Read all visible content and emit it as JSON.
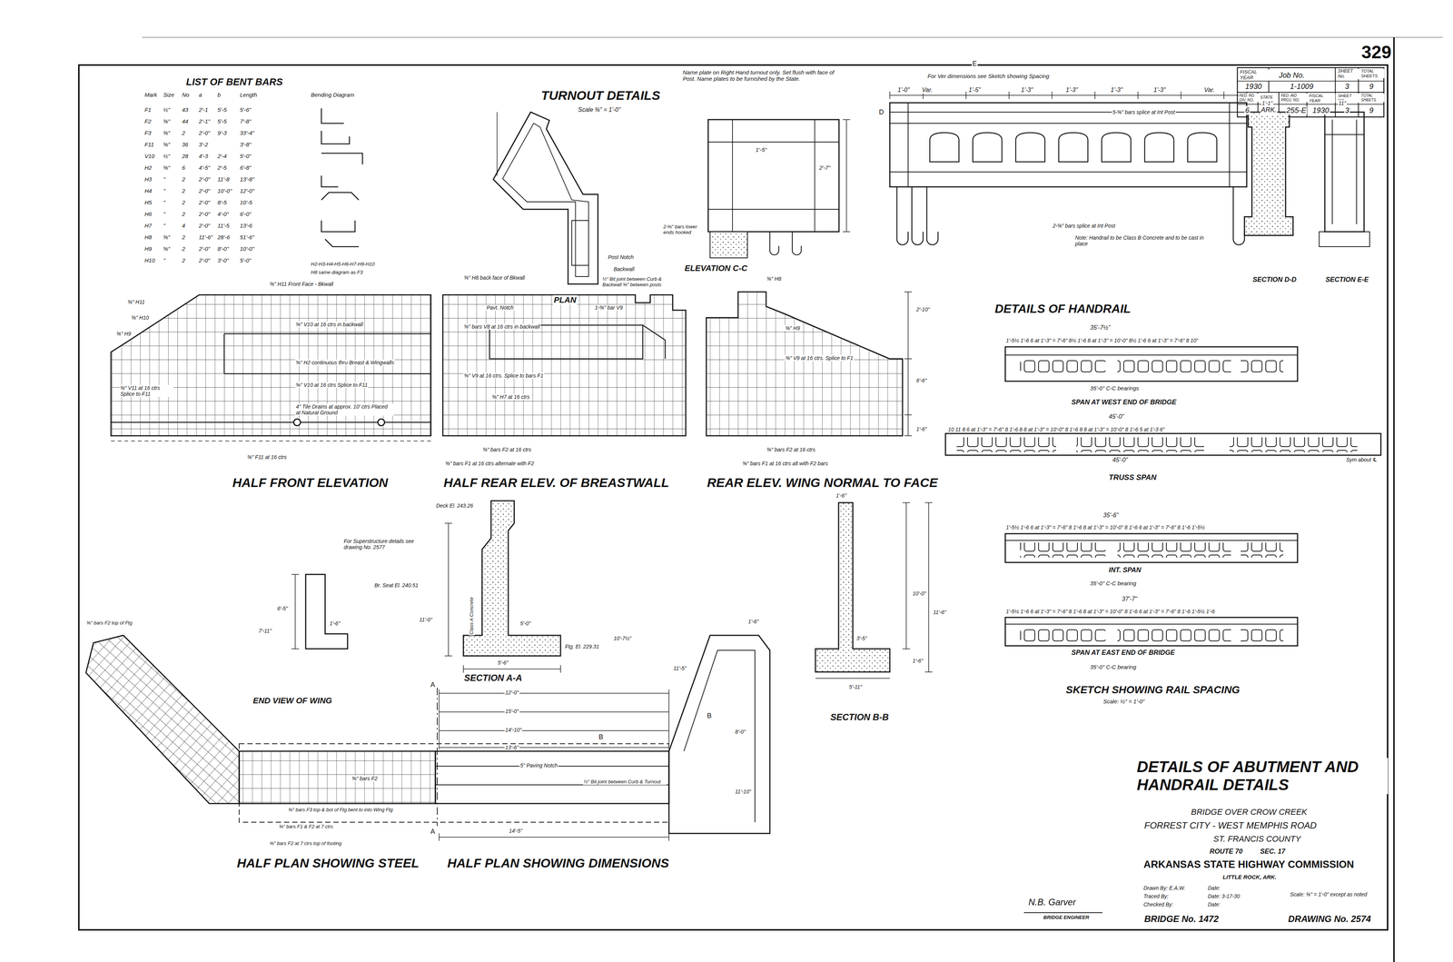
{
  "diagram": {
    "title": "DETAILS OF ABUTMENT AND HANDRAIL DETAILS",
    "labels": [
      "329",
      "FISCAL YEAR",
      "Job No.",
      "SHEET No.",
      "TOTAL SHEETS",
      "1930",
      "1-1009",
      "3",
      "9",
      "FED. RD. DIV. NO.",
      "STATE",
      "FED. AID PROJ. NO.",
      "FISCAL YEAR",
      "SHEET NO.",
      "TOTAL SHEETS",
      "6",
      "ARK.",
      "255-E",
      "1930",
      "3",
      "9",
      "LIST OF BENT BARS",
      "Mark",
      "Size",
      "No",
      "a",
      "b",
      "Length",
      "Bending Diagram",
      "F1",
      "½\"",
      "43",
      "2'-1",
      "5'-5",
      "5'-6\"",
      "F2",
      "⅝\"",
      "44",
      "2'-1\"",
      "5'-5",
      "7'-8\"",
      "F3",
      "⅝\"",
      "2",
      "2'-0\"",
      "9'-3",
      "33'-4\"",
      "F11",
      "⅝\"",
      "36",
      "3'-2",
      "3'-8\"",
      "V10",
      "½\"",
      "28",
      "4'-3",
      "2'-4",
      "5'-0\"",
      "H2",
      "⅝\"",
      "6",
      "4'-5\"",
      "2'-5",
      "6'-8\"",
      "H3",
      "\"",
      "2",
      "2'-0\"",
      "11'-8",
      "13'-8\"",
      "H4",
      "\"",
      "2",
      "2'-0\"",
      "10'-0\"",
      "12'-0\"",
      "H5",
      "\"",
      "2",
      "2'-0\"",
      "8'-5",
      "10'-5",
      "H6",
      "\"",
      "2",
      "2'-0\"",
      "4'-0\"",
      "6'-0\"",
      "H7",
      "\"",
      "4",
      "2'-0\"",
      "11'-5",
      "13'-6",
      "H8",
      "⅝\"",
      "2",
      "11'-6\"",
      "28'-6",
      "51'-6\"",
      "H9",
      "⅝\"",
      "2",
      "2'-0\"",
      "8'-0\"",
      "10'-0\"",
      "H10",
      "\"",
      "2",
      "2'-0\"",
      "3'-0\"",
      "5'-0\"",
      "H2-H3-H4-H5-H6-H7-H9-H10",
      "H8 same diagram as F3",
      "TURNOUT DETAILS",
      "Scale ⅜\" = 1'-0\"",
      "Post Notch",
      "Backwall",
      "½\" Bit joint between Curb & Backwall ⅝\" between posts",
      "PLAN",
      "Name plate on Right Hand turnout only. Set flush with face of Post. Name plates to be furnished by the State.",
      "1'-5\"",
      "2'-7\"",
      "2-⅝\" bars lower ends hooked",
      "ELEVATION C-C",
      "For Ver dimensions see Sketch showing Spacing",
      "1'-0\"",
      "Var.",
      "1'-5\"",
      "1'-3\"",
      "1'-3\"",
      "1'-3\"",
      "1'-3\"",
      "Var.",
      "5-⅝\" bars splice at Int Post",
      "2-⅝\" bars splice at Int Post",
      "Note: Handrail to be Class B Concrete and to be cast in place",
      "D",
      "E",
      "SECTION D-D",
      "SECTION E-E",
      "1'-1\"",
      "11\"",
      "⅝\" H11 Front Face - Bkwall",
      "⅝\" H11",
      "⅝\" H10",
      "⅝\" H9",
      "⅝\" V10 at 16 ctrs in backwall",
      "⅝\" H2 continuous thru Breast & Wingwalls",
      "⅝\" V10 at 16 ctrs Splice to F11",
      "4\" Tile Drains at approx. 10' ctrs Placed at Natural Ground",
      "⅝\" V11 at 16 ctrs Splice to F11",
      "⅝\" F11 at 16 ctrs",
      "HALF FRONT ELEVATION",
      "⅝\" H8 back face of Bkwall",
      "Pavt. Notch",
      "1-⅝\" bar V9",
      "⅝\" bars V8 at 16 ctrs in backwall",
      "⅝\" V9 at 16 ctrs. Splice to bars F1",
      "⅝\" H7 at 16 ctrs",
      "⅝\" bars F2 at 16 ctrs",
      "⅝\" bars F1 at 16 ctrs alternate with F2",
      "HALF REAR ELEV. OF BREASTWALL",
      "⅝\" H8",
      "⅝\" H9",
      "⅝\" V9 at 16 ctrs. Splice to F1",
      "⅝\" bars F2 at 16 ctrs",
      "⅝\" bars F1 at 16 ctrs alt with F2 bars",
      "2'-10\"",
      "6'-6\"",
      "1'-6\"",
      "REAR ELEV. WING NORMAL TO FACE",
      "Deck El. 243.26",
      "For Superstructure details see drawing No. 2577",
      "Br. Seat El. 240.51",
      "Class A Concrete",
      "11'-0\"",
      "5'-0\"",
      "Ftg. El. 229.31",
      "5'-6\"",
      "SECTION A-A",
      "6'-5\"",
      "7'-11\"",
      "1'-6\"",
      "END VIEW OF WING",
      "1'-6\"",
      "10'-0\"",
      "11'-6\"",
      "3'-5\"",
      "1'-6\"",
      "5'-11\"",
      "SECTION B-B",
      "⅝\" bars F2 top of Ftg",
      "⅝\" bars F2",
      "⅝\" bars F3 top & bot of Ftg bent to into Wing Ftg",
      "⅝\" bars F1 & F2 at 7 ctrs",
      "⅝\" bars F2 at 7 ctrs top of footing",
      "12'-0\"",
      "15'-0\"",
      "14'-10\"",
      "13'-6\"",
      "5\" Paving Notch",
      "½\" Bit joint between Curb & Turnout",
      "14'-5\"",
      "A",
      "A",
      "B",
      "B",
      "10'-7½\"",
      "11'-5\"",
      "8'-0\"",
      "11'-10\"",
      "1'-6\"",
      "HALF PLAN SHOWING STEEL",
      "HALF PLAN SHOWING DIMENSIONS",
      "DETAILS OF HANDRAIL",
      "35'-7½\"",
      "1'-5½ 1'-6 6 at 1'-3\" = 7'-6\" 8½ 1'-6 8 at 1'-3\" = 10'-0\" 8½ 1'-6 6 at 1'-3\" = 7'-6\" 8 10\"",
      "35'-0\" C-C bearings",
      "SPAN AT WEST END OF BRIDGE",
      "45'-0\"",
      "10 11 8 6 at 1'-3\" = 7'-6\" 8 1'-6 8 8 at 1'-3\" = 10'-0\" 8 1'-6 8 8 at 1'-3\" = 10'-0\" 8 1'-6 5 at 1'-3 6\"",
      "Sym about ℄",
      "45'-0\"",
      "TRUSS SPAN",
      "35'-6\"",
      "1'-5½ 1'-6 6 at 1'-3\" = 7'-6\" 8 1'-6 8 at 1'-3\" = 10'-0\" 8 1'-6 6 at 1'-3\" = 7'-6\" 8 1'-6 1'-5½",
      "INT. SPAN",
      "35'-0\" C-C bearing",
      "37'-7\"",
      "1'-5½ 1'-6 6 at 1'-3\" = 7'-6\" 8 1'-6 8 at 1'-3\" = 10'-0\" 8 1'-6 6 at 1'-3\" = 7'-6\" 8 1'-6 1'-5½ 1'-6",
      "SPAN AT EAST END OF BRIDGE",
      "35'-0\" C-C bearing",
      "SKETCH SHOWING RAIL SPACING",
      "Scale: ½\" = 1'-0\"",
      "BRIDGE OVER CROW CREEK",
      "FORREST CITY - WEST MEMPHIS ROAD",
      "ST. FRANCIS COUNTY",
      "ROUTE 70",
      "SEC. 17",
      "ARKANSAS STATE HIGHWAY COMMISSION",
      "LITTLE ROCK, ARK.",
      "Drawn By: E.A.W.",
      "Date:",
      "Traced By:",
      "Date: 3-17-30",
      "Checked By:",
      "Date:",
      "Scale: ⅜\" = 1'-0\" except as noted",
      "BRIDGE No. 1472",
      "DRAWING No. 2574",
      "N.B. Garver",
      "BRIDGE ENGINEER"
    ]
  }
}
